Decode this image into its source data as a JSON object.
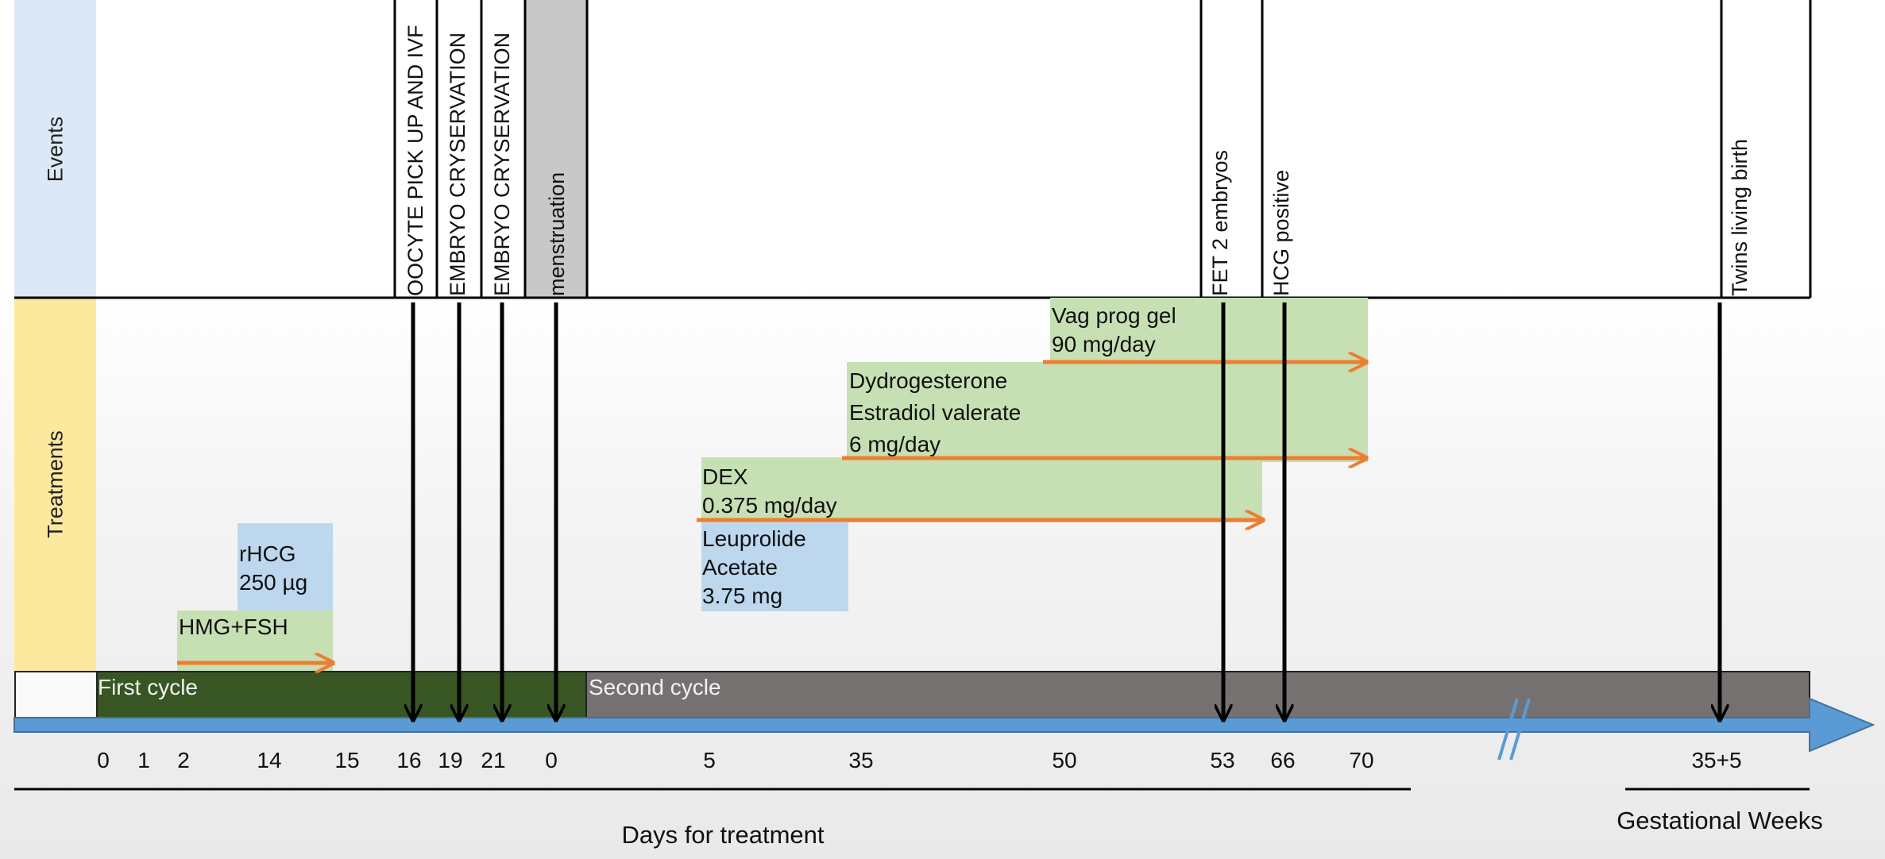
{
  "rows": {
    "events_label": "Events",
    "treatments_label": "Treatments"
  },
  "events": [
    {
      "label": "OOCYTE  PICK UP AND IVF"
    },
    {
      "label": "EMBRYO CRYSERVATION"
    },
    {
      "label": "EMBRYO CRYSERVATION"
    },
    {
      "label": "menstruation"
    },
    {
      "label": "FET 2 embryos"
    },
    {
      "label": "HCG positive"
    },
    {
      "label": "Twins living birth"
    }
  ],
  "treatments": {
    "hmg_fsh": {
      "lines": [
        "HMG+FSH"
      ]
    },
    "rhcg": {
      "lines": [
        "rHCG",
        "250 µg"
      ]
    },
    "leuprolide": {
      "lines": [
        "Leuprolide",
        "Acetate",
        "3.75 mg"
      ]
    },
    "dex": {
      "lines": [
        "DEX",
        "0.375 mg/day"
      ]
    },
    "estradiol": {
      "lines": [
        "Dydrogesterone",
        "Estradiol valerate",
        "6 mg/day"
      ]
    },
    "vag_prog": {
      "lines": [
        "Vag prog gel",
        "90 mg/day"
      ]
    }
  },
  "cycles": {
    "first": "First cycle",
    "second": "Second cycle"
  },
  "timeline": {
    "ticks": [
      "0",
      "1",
      "2",
      "14",
      "15",
      "16",
      "19",
      "21",
      "0",
      "5",
      "35",
      "50",
      "53",
      "66",
      "70",
      "35+5"
    ],
    "days_title": "Days for treatment",
    "weeks_title": "Gestational  Weeks"
  },
  "colors": {
    "events_side": "#dbe8f6",
    "treatments_side": "#fde99d",
    "green_box": "#c6e0b4",
    "blue_box": "#bdd7ee",
    "orange_arrow": "#ed7d31",
    "first_cycle": "#375623",
    "second_cycle": "#767171",
    "timeline_arrow": "#5b9bd5",
    "menstruation_fill": "#c8c8c8"
  }
}
